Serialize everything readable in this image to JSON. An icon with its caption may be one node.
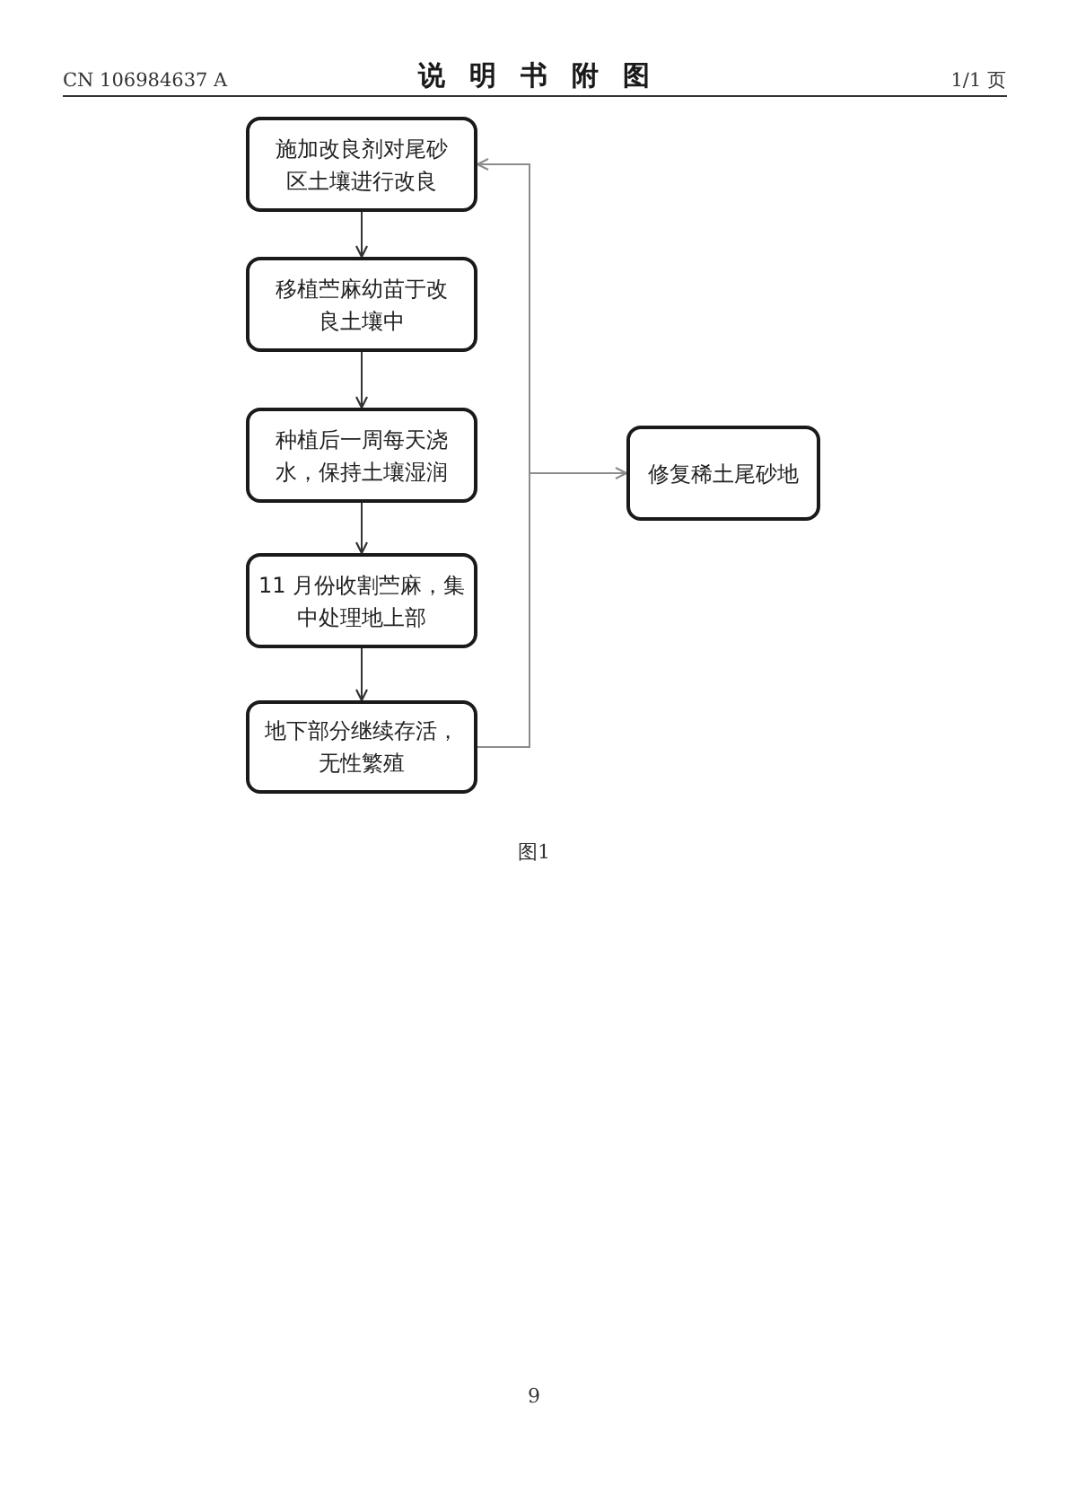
{
  "diagram": {
    "title": "说明书附图",
    "caption": "图1",
    "nodes": [
      {
        "text": [
          "施加改良剂对尾砂区土壤进行改良"
        ]
      },
      {
        "text": [
          "移植苎麻幼苗于改良土壤中"
        ]
      },
      {
        "text": [
          "种植后一周每天浇水，保持土壤湿润"
        ]
      },
      {
        "text": [
          "11 月份收割苎麻，集中处理地上部"
        ]
      },
      {
        "text": [
          "地下部分继续存活，无性繁殖"
        ]
      },
      {
        "text": [
          "修复稀土尾砂地"
        ]
      }
    ],
    "edges": [
      {
        "from": 0,
        "to": 1,
        "arrow": "to"
      },
      {
        "from": 1,
        "to": 2,
        "arrow": "to"
      },
      {
        "from": 2,
        "to": 3,
        "arrow": "to"
      },
      {
        "from": 3,
        "to": 4,
        "arrow": "to"
      },
      {
        "from": 4,
        "to": 0,
        "arrow": "to",
        "color": "#8c8c8c"
      },
      {
        "from": 4,
        "to": 5,
        "arrow": "to",
        "color": "#8c8c8c"
      }
    ],
    "labels": [
      "CN 106984637 A",
      "1/1 页",
      "9"
    ]
  }
}
